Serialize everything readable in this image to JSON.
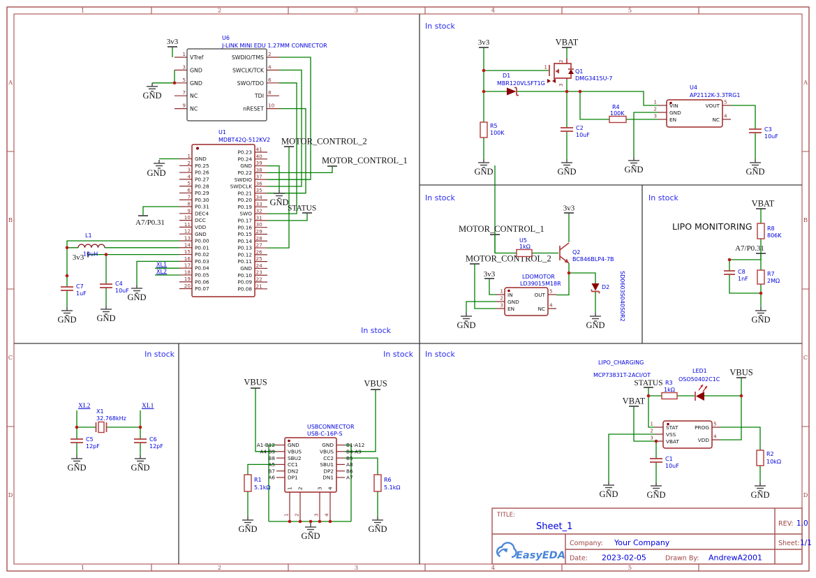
{
  "frame": {
    "cols": [
      "1",
      "2",
      "3",
      "4",
      "5"
    ],
    "rows": [
      "A",
      "B",
      "C",
      "D"
    ]
  },
  "common": {
    "in_stock": "In stock",
    "gnd": "GND",
    "v33": "3v3",
    "vbat": "VBAT",
    "vbus": "VBUS"
  },
  "jlink": {
    "ref": "U6",
    "part": "J-LINK MINI EDU 1.27MM CONNECTOR",
    "left": [
      {
        "n": "1",
        "name": "VTref"
      },
      {
        "n": "3",
        "name": "GND"
      },
      {
        "n": "5",
        "name": "GND"
      },
      {
        "n": "7",
        "name": "NC"
      },
      {
        "n": "9",
        "name": "NC"
      }
    ],
    "right": [
      {
        "n": "2",
        "name": "SWDIO/TMS"
      },
      {
        "n": "4",
        "name": "SWCLK/TCK"
      },
      {
        "n": "6",
        "name": "SWO/TDO"
      },
      {
        "n": "8",
        "name": "TDI"
      },
      {
        "n": "10",
        "name": "nRESET"
      }
    ]
  },
  "mcu": {
    "ref": "U1",
    "part": "MDBT42Q-512KV2",
    "left": [
      {
        "n": "1",
        "name": "GND",
        "col": "#111111"
      },
      {
        "n": "2",
        "name": "P0.25"
      },
      {
        "n": "3",
        "name": "P0.26"
      },
      {
        "n": "4",
        "name": "P0.27"
      },
      {
        "n": "5",
        "name": "P0.28"
      },
      {
        "n": "6",
        "name": "P0.29"
      },
      {
        "n": "7",
        "name": "P0.30"
      },
      {
        "n": "8",
        "name": "P0.31"
      },
      {
        "n": "9",
        "name": "DEC4"
      },
      {
        "n": "10",
        "name": "DCC"
      },
      {
        "n": "11",
        "name": "VDD",
        "col": "#e01010"
      },
      {
        "n": "12",
        "name": "GND",
        "col": "#111111"
      },
      {
        "n": "13",
        "name": "P0.00"
      },
      {
        "n": "14",
        "name": "P0.01"
      },
      {
        "n": "15",
        "name": "P0.02"
      },
      {
        "n": "16",
        "name": "P0.03"
      },
      {
        "n": "17",
        "name": "P0.04"
      },
      {
        "n": "18",
        "name": "P0.05"
      },
      {
        "n": "19",
        "name": "P0.06"
      },
      {
        "n": "20",
        "name": "P0.07"
      }
    ],
    "right": [
      {
        "n": "41",
        "name": "P0.23"
      },
      {
        "n": "40",
        "name": "P0.24"
      },
      {
        "n": "39",
        "name": "GND",
        "col": "#111111"
      },
      {
        "n": "38",
        "name": "P0.22"
      },
      {
        "n": "37",
        "name": "SWDIO"
      },
      {
        "n": "36",
        "name": "SWDCLK"
      },
      {
        "n": "35",
        "name": "P0.21"
      },
      {
        "n": "34",
        "name": "P0.20"
      },
      {
        "n": "33",
        "name": "P0.19"
      },
      {
        "n": "32",
        "name": "SWO"
      },
      {
        "n": "31",
        "name": "P0.17"
      },
      {
        "n": "30",
        "name": "P0.16"
      },
      {
        "n": "29",
        "name": "P0.15"
      },
      {
        "n": "28",
        "name": "P0.14"
      },
      {
        "n": "27",
        "name": "P0.13"
      },
      {
        "n": "26",
        "name": "P0.12"
      },
      {
        "n": "25",
        "name": "P0.11"
      },
      {
        "n": "24",
        "name": "GND",
        "col": "#111111"
      },
      {
        "n": "23",
        "name": "P0.10"
      },
      {
        "n": "22",
        "name": "P0.09"
      },
      {
        "n": "21",
        "name": "P0.08"
      }
    ],
    "mc1": "MOTOR_CONTROL_1",
    "mc2": "MOTOR_CONTROL_2",
    "status": "STATUS",
    "a7": "A7/P0.31",
    "xl1": "XL1",
    "xl2": "XL2",
    "l1": {
      "ref": "L1",
      "val": "10uH"
    },
    "c7": {
      "ref": "C7",
      "val": "1uF"
    },
    "c4": {
      "ref": "C4",
      "val": "10uF"
    }
  },
  "power": {
    "d1": {
      "ref": "D1",
      "part": "MBR120VLSFT1G"
    },
    "q1": {
      "ref": "Q1",
      "part": "DMG3415U-7",
      "n1": "1",
      "n2": "2",
      "n3": "3"
    },
    "r5": {
      "ref": "R5",
      "val": "100K"
    },
    "r4": {
      "ref": "R4",
      "val": "100K"
    },
    "c2": {
      "ref": "C2",
      "val": "10uF"
    },
    "c3": {
      "ref": "C3",
      "val": "10uF"
    },
    "u4": {
      "ref": "U4",
      "part": "AP2112K-3.3TRG1",
      "n1": "1",
      "n2": "2",
      "n3": "3",
      "n4": "4",
      "n5": "5",
      "vin": "VIN",
      "gnd": "GND",
      "en": "EN",
      "vout": "VOUT",
      "nc": "NC"
    }
  },
  "motor": {
    "mc1": "MOTOR_CONTROL_1",
    "mc2": "MOTOR_CONTROL_2",
    "u5": {
      "ref": "U5",
      "val": "1kΩ"
    },
    "q2": {
      "ref": "Q2",
      "part": "BC846BLP4-7B"
    },
    "ldo": {
      "ref": "LDOMOTOR",
      "part": "LD39015M18R",
      "n1": "1",
      "n2": "2",
      "n3": "3",
      "n4": "4",
      "n5": "5",
      "in": "IN",
      "gnd": "GND",
      "en": "EN",
      "out": "OUT",
      "nc": "NC"
    },
    "d2": {
      "ref": "D2",
      "part": "SD0603S040S0R2"
    }
  },
  "monitor": {
    "title": "LIPO MONITORING",
    "a7": "A7/P0.31",
    "r8": {
      "ref": "R8",
      "val": "806K"
    },
    "r7": {
      "ref": "R7",
      "val": "2MΩ"
    },
    "c8": {
      "ref": "C8",
      "val": "1nF"
    }
  },
  "crystal": {
    "x1": {
      "ref": "X1",
      "val": "32.768kHz"
    },
    "c5": {
      "ref": "C5",
      "val": "12pF"
    },
    "c6": {
      "ref": "C6",
      "val": "12pF"
    },
    "xl1": "XL1",
    "xl2": "XL2"
  },
  "usb": {
    "ref": "USBCONNECTOR",
    "part": "USB-C-16P-S",
    "left": [
      {
        "pin": "A1-B12",
        "pcol": "#111111",
        "name": "GND",
        "col": "#111111"
      },
      {
        "pin": "A4-B9",
        "name": "VBUS"
      },
      {
        "pin": "B8",
        "name": "SBU2"
      },
      {
        "pin": "A5",
        "name": "CC1"
      },
      {
        "pin": "B7",
        "name": "DN2"
      },
      {
        "pin": "A6",
        "name": "DP1"
      }
    ],
    "right": [
      {
        "pin": "B1-A12",
        "pcol": "#111111",
        "name": "GND",
        "col": "#111111"
      },
      {
        "pin": "B4-A9",
        "name": "VBUS"
      },
      {
        "pin": "B5",
        "name": "CC2"
      },
      {
        "pin": "A8",
        "name": "SBU1"
      },
      {
        "pin": "B6",
        "name": "DP2"
      },
      {
        "pin": "A7",
        "name": "DN1"
      }
    ],
    "bottom": [
      "1",
      "2",
      "3",
      "4"
    ],
    "r1": {
      "ref": "R1",
      "val": "5.1kΩ"
    },
    "r6": {
      "ref": "R6",
      "val": "5.1kΩ"
    }
  },
  "charger": {
    "ref": "LIPO_CHARGING",
    "part": "MCP73831T-2ACI/OT",
    "status": "STATUS",
    "led": {
      "ref": "LED1",
      "part": "OSO50402C1C"
    },
    "r3": {
      "ref": "R3",
      "val": "1kΩ"
    },
    "r2": {
      "ref": "R2",
      "val": "10kΩ"
    },
    "c1": {
      "ref": "C1",
      "val": "10uF"
    },
    "u": {
      "n1": "1",
      "n2": "2",
      "n3": "3",
      "n4": "4",
      "n5": "5",
      "stat": "STAT",
      "vss": "VSS",
      "vbat": "VBAT",
      "prog": "PROG",
      "vdd": "VDD"
    }
  },
  "titleblock": {
    "title_label": "TITLE:",
    "title": "Sheet_1",
    "rev_label": "REV:",
    "rev": "1.0",
    "company_label": "Company:",
    "company": "Your Company",
    "date_label": "Date:",
    "date": "2023-02-05",
    "drawn_label": "Drawn By:",
    "drawn": "AndrewA2001",
    "sheet_label": "Sheet:",
    "sheet": "1/1",
    "logo": "EasyEDA"
  }
}
